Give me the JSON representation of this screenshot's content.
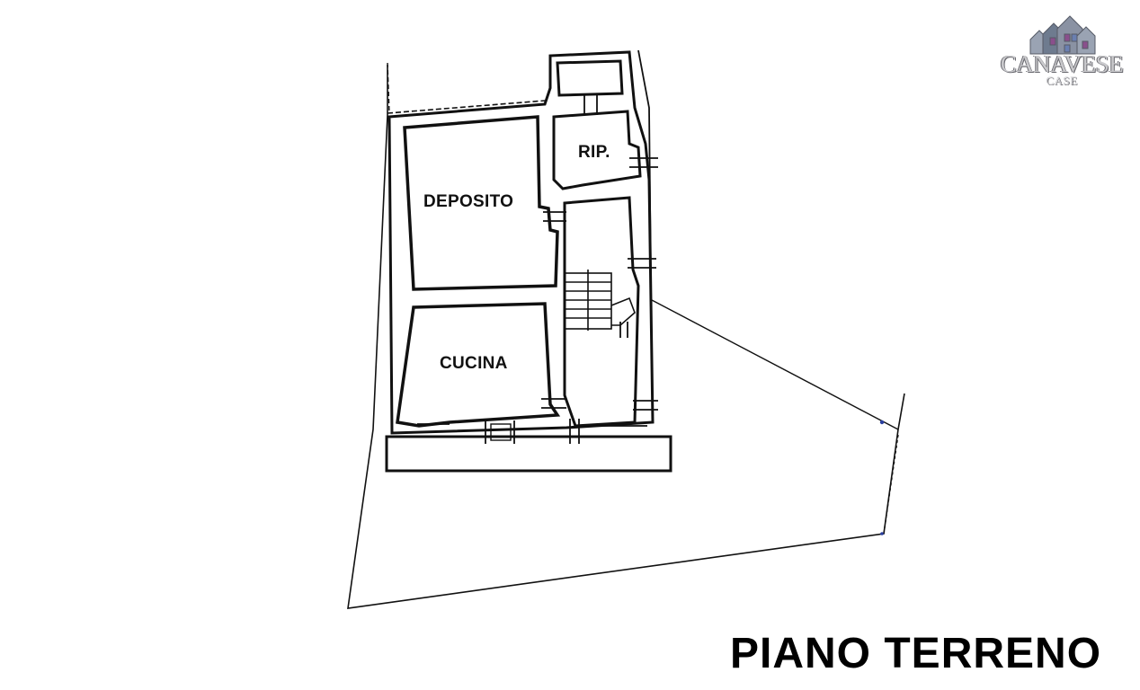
{
  "logo": {
    "name": "CANAVESE",
    "sub": "CASE",
    "colors": {
      "roof": "#6e7b8f",
      "wall": "#9aa3b3",
      "window": "#8a4f8c",
      "outline": "#555a66"
    }
  },
  "rooms": {
    "deposito": "DEPOSITO",
    "rip": "RIP.",
    "cucina": "CUCINA"
  },
  "floor_title": "PIANO TERRENO",
  "colors": {
    "wall": "#111111",
    "background": "#ffffff"
  }
}
